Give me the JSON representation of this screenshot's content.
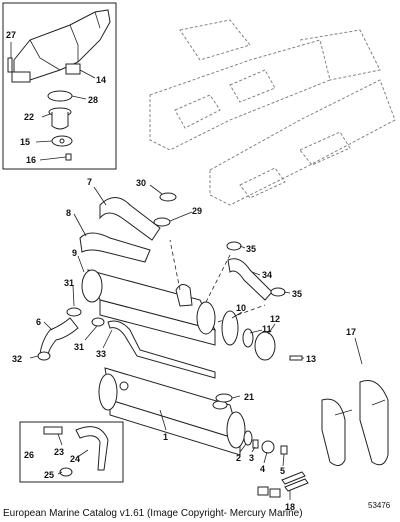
{
  "callouts": {
    "n1": "1",
    "n2": "2",
    "n3": "3",
    "n4": "4",
    "n5": "5",
    "n6": "6",
    "n7": "7",
    "n8": "8",
    "n9": "9",
    "n10": "10",
    "n11": "11",
    "n12": "12",
    "n13": "13",
    "n14": "14",
    "n15": "15",
    "n16": "16",
    "n17": "17",
    "n18": "18",
    "n21": "21",
    "n22": "22",
    "n23": "23",
    "n24": "24",
    "n25": "25",
    "n26": "26",
    "n27": "27",
    "n28": "28",
    "n29": "29",
    "n30": "30",
    "n31a": "31",
    "n31b": "31",
    "n32": "32",
    "n33": "33",
    "n34": "34",
    "n35a": "35",
    "n35b": "35"
  },
  "diagram_number": "53476",
  "caption": "European Marine Catalog v1.61 (Image Copyright- Mercury Marine)"
}
